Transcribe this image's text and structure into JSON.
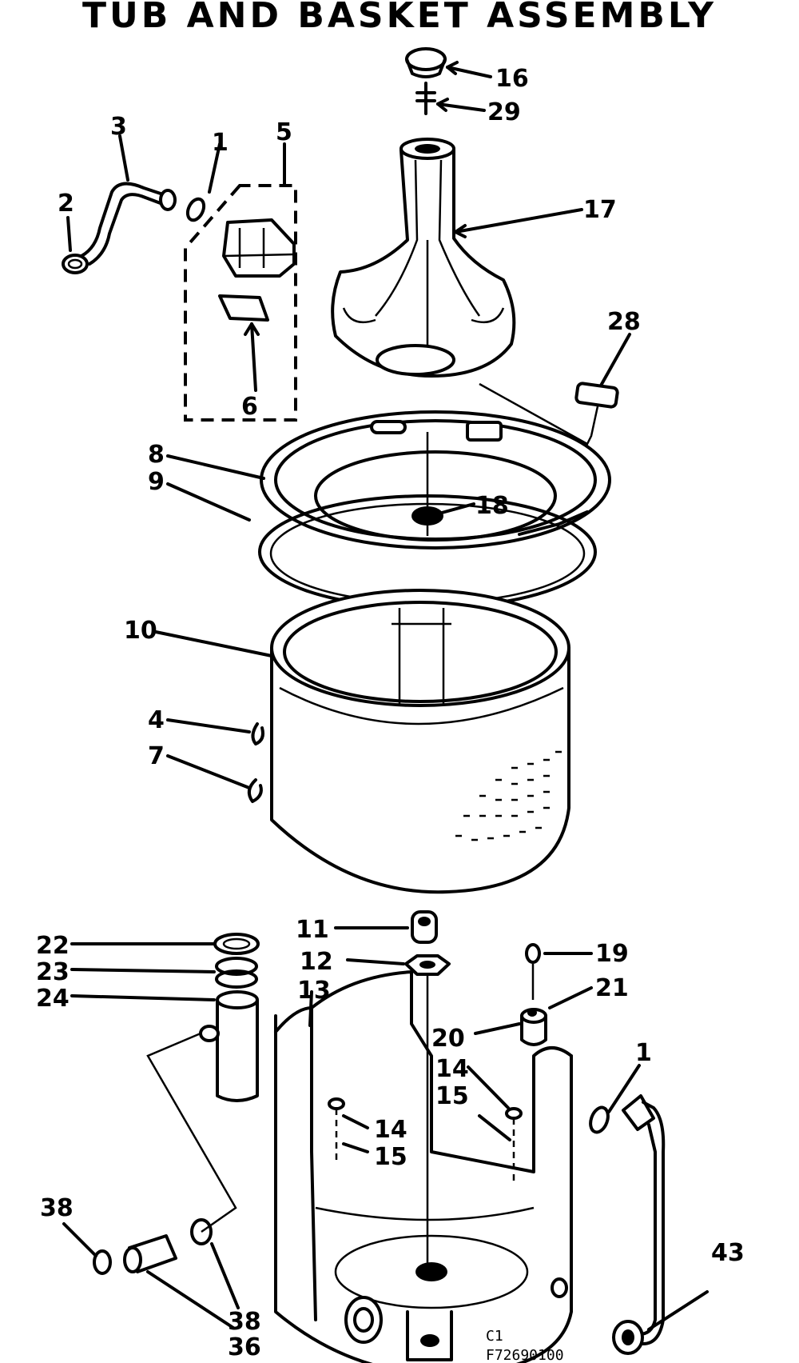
{
  "title": "TUB AND BASKET ASSEMBLY",
  "callouts": {
    "c1": "1",
    "c2": "2",
    "c3": "3",
    "c4": "4",
    "c5": "5",
    "c6": "6",
    "c7": "7",
    "c8": "8",
    "c9": "9",
    "c10": "10",
    "c11": "11",
    "c12": "12",
    "c13": "13",
    "c14a": "14",
    "c14b": "14",
    "c15a": "15",
    "c15b": "15",
    "c16": "16",
    "c17": "17",
    "c18": "18",
    "c19": "19",
    "c20": "20",
    "c21": "21",
    "c22": "22",
    "c23": "23",
    "c24": "24",
    "c28": "28",
    "c29": "29",
    "c36": "36",
    "c38a": "38",
    "c38b": "38",
    "c43": "43",
    "c1b": "1"
  },
  "footer": {
    "code": "C1",
    "ref": "F72690100"
  }
}
